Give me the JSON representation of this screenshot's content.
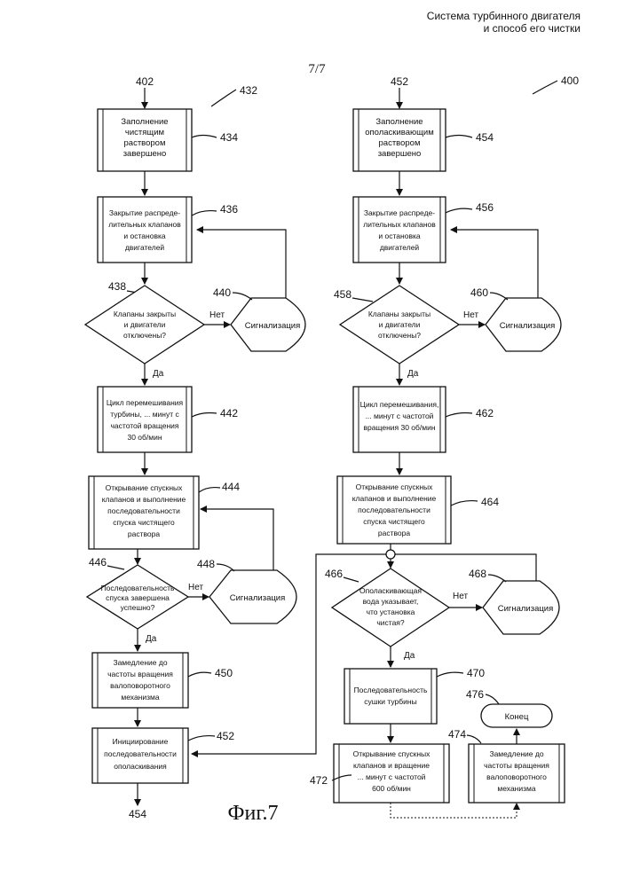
{
  "header": {
    "title_line1": "Система турбинного двигателя",
    "title_line2": "и способ его чистки"
  },
  "page_number": "7/7",
  "figure_caption": "Фиг.7",
  "left": {
    "ref_in": "402",
    "ref_group": "432",
    "ref_out": "454",
    "fill_done": {
      "ref": "434",
      "lines": [
        "Заполнение",
        "чистящим",
        "раствором",
        "завершено"
      ]
    },
    "close_valves": {
      "ref": "436",
      "lines": [
        "Закрытие распреде-",
        "лительных клапанов",
        "и остановка",
        "двигателей"
      ]
    },
    "check_valves": {
      "ref": "438",
      "lines": [
        "Клапаны закрыты",
        "и двигатели",
        "отключены?"
      ]
    },
    "alarm1": {
      "ref": "440",
      "label": "Сигнализация"
    },
    "no1": "Нет",
    "yes1": "Да",
    "mix_cycle": {
      "ref": "442",
      "lines": [
        "Цикл перемешивания",
        "турбины, ... минут с",
        "частотой вращения",
        "30 об/мин"
      ]
    },
    "drain": {
      "ref": "444",
      "lines": [
        "Открывание спускных",
        "клапанов и выполнение",
        "последовательности",
        "спуска чистящего",
        "раствора"
      ]
    },
    "check_drain": {
      "ref": "446",
      "lines": [
        "Последовательность",
        "спуска завершена",
        "успешно?"
      ]
    },
    "alarm2": {
      "ref": "448",
      "label": "Сигнализация"
    },
    "no2": "Нет",
    "yes2": "Да",
    "slow_down": {
      "ref": "450",
      "lines": [
        "Замедление до",
        "частоты вращения",
        "валоповоротного",
        "механизма"
      ]
    },
    "rinse_init": {
      "ref": "452",
      "lines": [
        "Инициирование",
        "последовательности",
        "ополаскивания"
      ]
    }
  },
  "right": {
    "ref_in": "452",
    "ref_group": "400",
    "fill_done": {
      "ref": "454",
      "lines": [
        "Заполнение",
        "ополаскивающим",
        "раствором",
        "завершено"
      ]
    },
    "close_valves": {
      "ref": "456",
      "lines": [
        "Закрытие распреде-",
        "лительных клапанов",
        "и остановка",
        "двигателей"
      ]
    },
    "check_valves": {
      "ref": "458",
      "lines": [
        "Клапаны закрыты",
        "и двигатели",
        "отключены?"
      ]
    },
    "alarm1": {
      "ref": "460",
      "label": "Сигнализация"
    },
    "no1": "Нет",
    "yes1": "Да",
    "mix_cycle": {
      "ref": "462",
      "lines": [
        "Цикл перемешивания,",
        "... минут с частотой",
        "вращения 30 об/мин"
      ]
    },
    "drain": {
      "ref": "464",
      "lines": [
        "Открывание спускных",
        "клапанов и выполнение",
        "последовательности",
        "спуска чистящего",
        "раствора"
      ]
    },
    "check_clean": {
      "ref": "466",
      "lines": [
        "Ополаскивающая",
        "вода указывает,",
        "что установка",
        "чистая?"
      ]
    },
    "alarm2": {
      "ref": "468",
      "label": "Сигнализация"
    },
    "no2": "Нет",
    "yes2": "Да",
    "dry": {
      "ref": "470",
      "lines": [
        "Последовательность",
        "сушки турбины"
      ]
    },
    "open_rotate": {
      "ref": "472",
      "lines": [
        "Открывание спускных",
        "клапанов и вращение",
        "... минут с частотой",
        "600 об/мин"
      ]
    },
    "slow_down": {
      "ref": "474",
      "lines": [
        "Замедление до",
        "частоты вращения",
        "валоповоротного",
        "механизма"
      ]
    },
    "end": {
      "ref": "476",
      "label": "Конец"
    }
  }
}
